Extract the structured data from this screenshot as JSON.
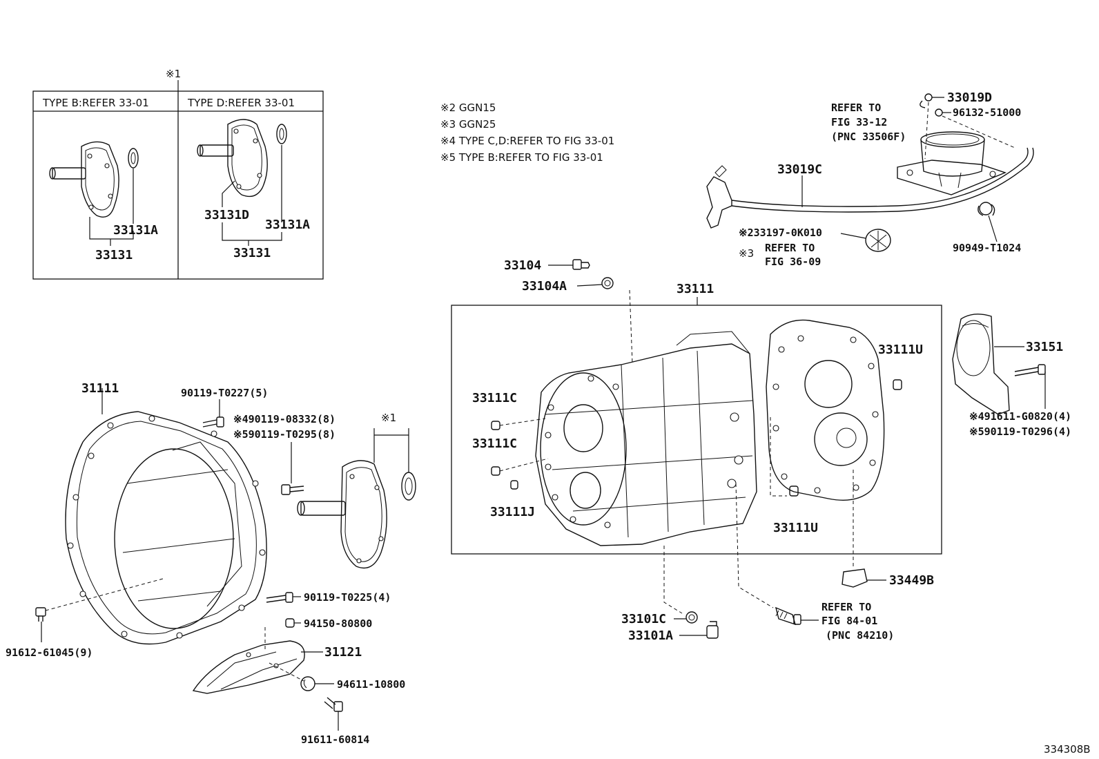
{
  "figure_number": "334308B",
  "legend": {
    "note2": "※2 GGN15",
    "note3": "※3 GGN25",
    "note4": "※4 TYPE C,D:REFER TO FIG 33-01",
    "note5": "※5 TYPE B:REFER TO FIG 33-01"
  },
  "inset": {
    "marker": "※1",
    "col_b_header": "TYPE B:REFER 33-01",
    "col_d_header": "TYPE D:REFER 33-01",
    "col_b_seal": "33131A",
    "col_b_assy": "33131",
    "col_d_retainer": "33131D",
    "col_d_seal": "33131A",
    "col_d_assy": "33131"
  },
  "labels": {
    "p33019D": "33019D",
    "p96132": "96132-51000",
    "refer_shift_1": "REFER TO",
    "refer_shift_2": "FIG 33-12",
    "refer_shift_3": "(PNC 33506F)",
    "p33019C": "33019C",
    "p331970K010": "※233197-0K010",
    "refer_369_prefix": "※3",
    "refer_369_1": "REFER TO",
    "refer_369_2": "FIG 36-09",
    "p90949": "90949-T1024",
    "p33104": "33104",
    "p33104A": "33104A",
    "p33111": "33111",
    "p33111U_top": "33111U",
    "p33111C_1": "33111C",
    "p33111C_2": "33111C",
    "p33111J": "33111J",
    "p33111U_bot": "33111U",
    "p33151": "33151",
    "p91611G0820": "※491611-G0820(4)",
    "p90119T0296": "※590119-T0296(4)",
    "p33449B": "33449B",
    "p33101C": "33101C",
    "p33101A": "33101A",
    "refer_841_1": "REFER TO",
    "refer_841_2": "FIG 84-01",
    "refer_841_3": "(PNC 84210)",
    "p31111": "31111",
    "p90119T0227": "90119-T0227(5)",
    "p9011908332": "※490119-08332(8)",
    "p90119T0295": "※590119-T0295(8)",
    "marker1": "※1",
    "p90119T0225": "90119-T0225(4)",
    "p94150": "94150-80800",
    "p31121": "31121",
    "p94611": "94611-10800",
    "p91611": "91611-60814",
    "p91612": "91612-61045(9)"
  }
}
